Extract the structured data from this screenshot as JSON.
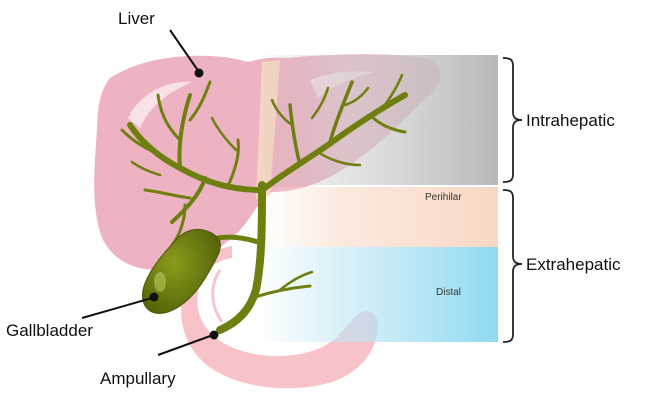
{
  "labels": {
    "liver": "Liver",
    "gallbladder": "Gallbladder",
    "ampullary": "Ampullary",
    "intrahepatic": "Intrahepatic",
    "extrahepatic": "Extrahepatic",
    "perihilar": "Perihilar",
    "distal": "Distal"
  },
  "colors": {
    "liver_fill": "#eeb3c3",
    "duodenum_fill": "#f7b7c0",
    "bile_duct": "#6e7f10",
    "gallbladder": "#5e6e0c",
    "intrahepatic_band": "#b8b8b8",
    "perihilar_band": "#f8d7c3",
    "distal_band": "#8ed9f2"
  }
}
